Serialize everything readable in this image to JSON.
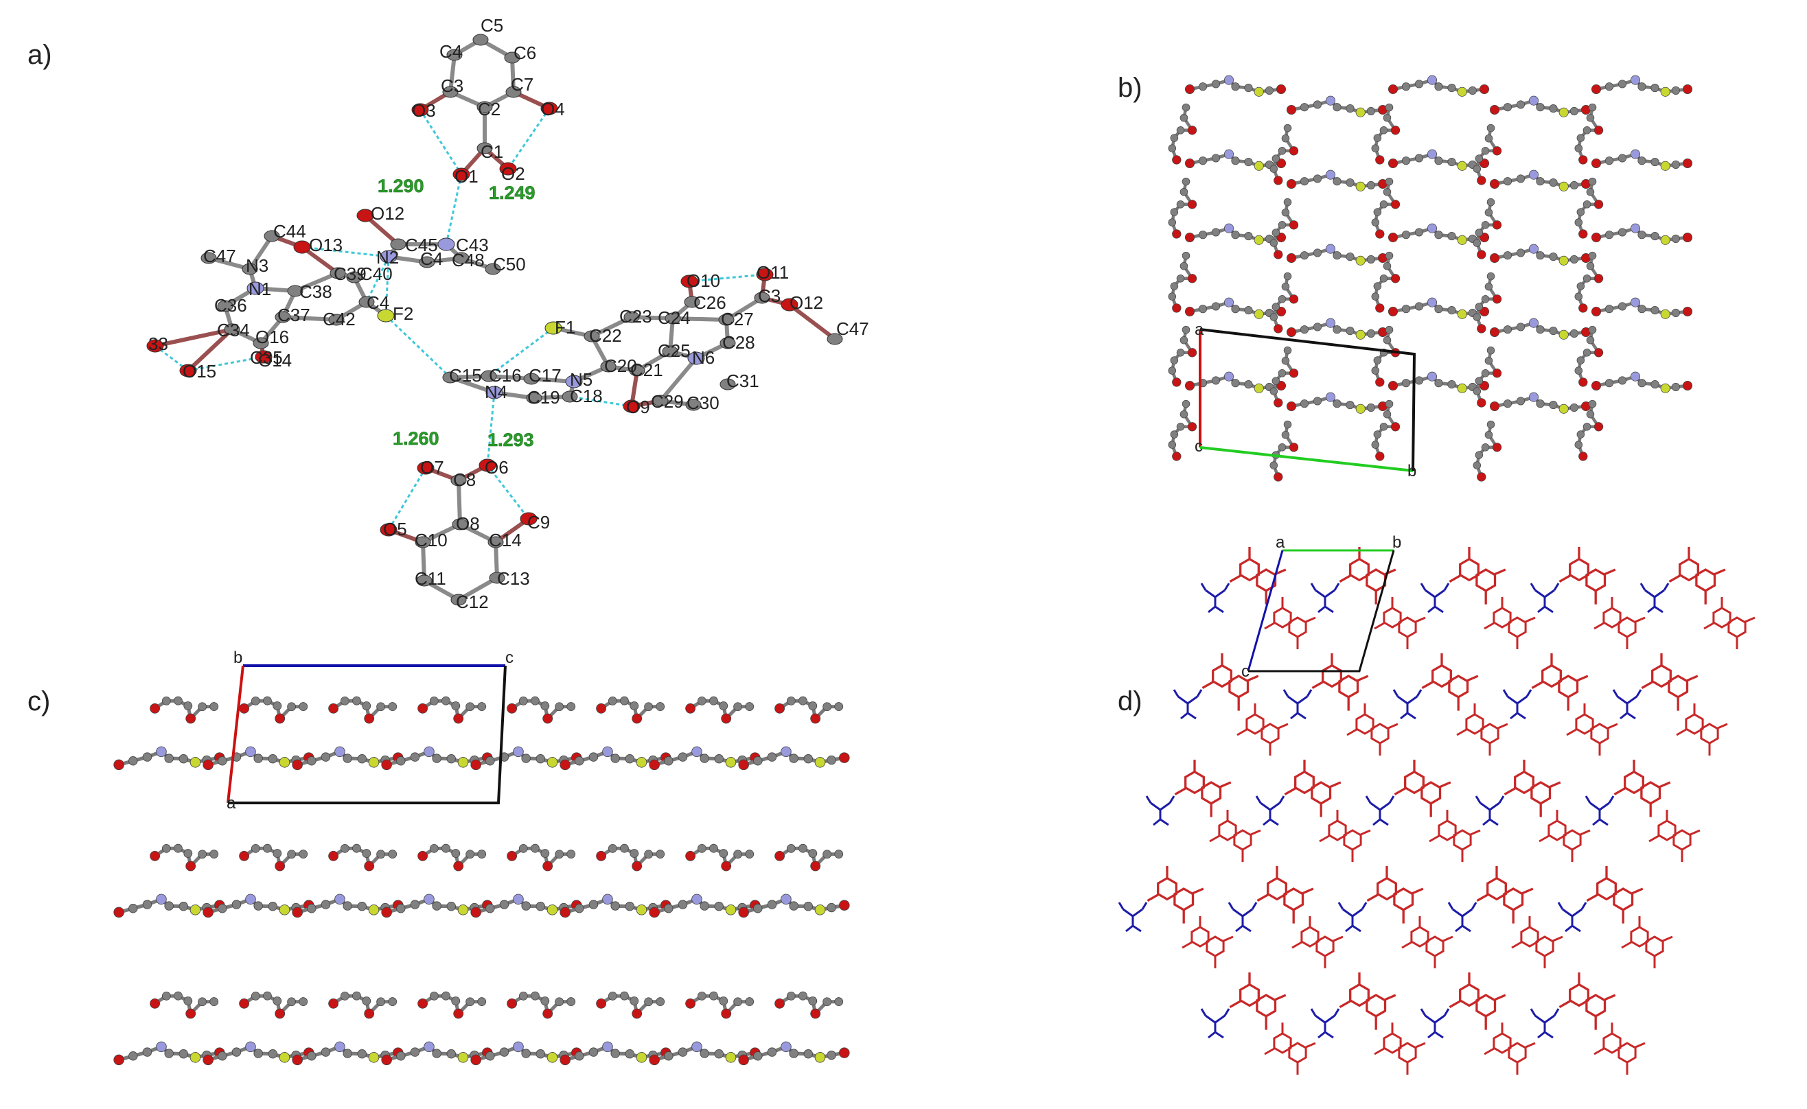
{
  "panels": [
    {
      "id": "a",
      "label": "a)"
    },
    {
      "id": "b",
      "label": "b)"
    },
    {
      "id": "c",
      "label": "c)"
    },
    {
      "id": "d",
      "label": "d)"
    }
  ],
  "colors": {
    "carbon": "#808080",
    "oxygen": "#c81414",
    "nitrogen": "#9999dd",
    "fluorine": "#c8d830",
    "hbond": "#3cc8d8",
    "distance_label": "#2a9d2a",
    "cell_a": "#cc1111",
    "cell_b": "#22cc22",
    "cell_c": "#1111aa",
    "cell_edge": "#111111",
    "drug_molecule": "#c82828",
    "coformer_molecule": "#1c1ca8"
  },
  "panel_a": {
    "distance_labels": [
      "1.290",
      "1.249",
      "1.260",
      "1.293"
    ],
    "atom_labels": [
      "C5",
      "C4",
      "C6",
      "C3",
      "C7",
      "C2",
      "O3",
      "O4",
      "C1",
      "O1",
      "O2",
      "O12",
      "C44",
      "O13",
      "C47",
      "N3",
      "C45",
      "C43",
      "N2",
      "C4",
      "C48",
      "C50",
      "C39",
      "C40",
      "N1",
      "C38",
      "C36",
      "C37",
      "C4",
      "F2",
      "C42",
      "C34",
      "O16",
      "33",
      "C35",
      "O15",
      "O14",
      "O10",
      "O11",
      "C26",
      "C3",
      "O12",
      "C23",
      "C24",
      "C27",
      "F1",
      "C22",
      "C28",
      "C47",
      "C25",
      "N6",
      "C15",
      "C16",
      "C17",
      "N5",
      "C20",
      "C21",
      "N4",
      "C31",
      "C19",
      "C18",
      "O9",
      "C29",
      "C30",
      "O7",
      "O6",
      "C8",
      "C9",
      "O5",
      "O8",
      "C10",
      "C14",
      "C13",
      "C11",
      "C12"
    ]
  },
  "panel_b": {
    "cell_axes": [
      "a",
      "b",
      "c"
    ]
  },
  "panel_c": {
    "cell_axes": [
      "b",
      "c",
      "a"
    ]
  },
  "panel_d": {
    "cell_axes": [
      "a",
      "b",
      "c"
    ]
  }
}
